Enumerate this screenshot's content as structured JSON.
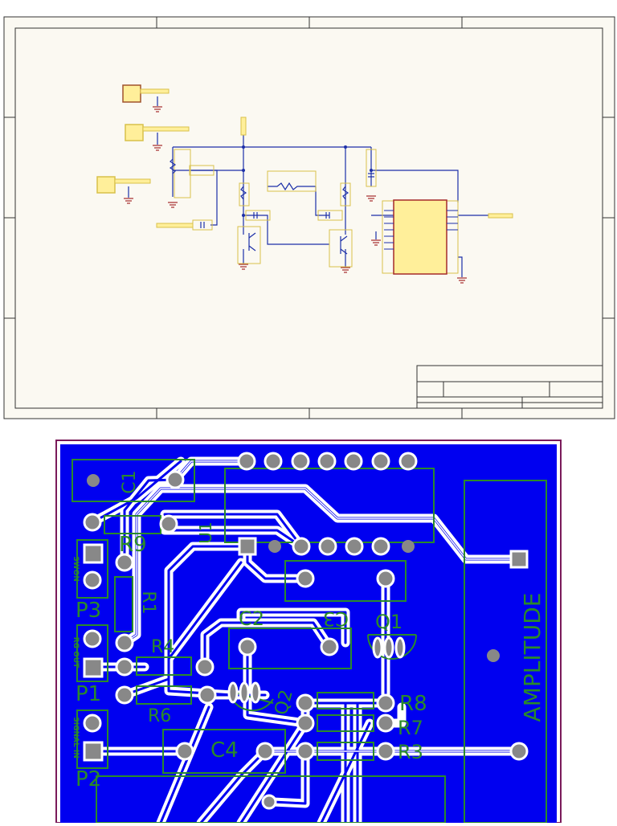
{
  "colors": {
    "sheet_background": "#fbf9f2",
    "sheet_border": "#333333",
    "wire": "#1c2fa8",
    "component_body": "#ffef9a",
    "component_outline": "#d8c14a",
    "ic_outline": "#a52a2a",
    "pcb_copper": "#0000f0",
    "pcb_trace": "#ffffff",
    "pcb_silk": "#2a8a2a",
    "pcb_pad": "#888888",
    "pcb_outline": "#7a1a5a"
  },
  "pcb": {
    "labels": {
      "c1": "C1",
      "u1": "U1",
      "r9": "R9",
      "r1": "R1",
      "p3": "P3",
      "p3_net": "SWON",
      "r4": "R4",
      "c2": "C2",
      "c3": "C3",
      "q1": "Q1",
      "p1": "P1",
      "p1_net": "RG OUT",
      "r6": "R6",
      "q2": "Q2",
      "r8": "R8",
      "r7": "R7",
      "r3": "R3",
      "p2": "P2",
      "p2_net": "SIGNAL IN",
      "c4": "C4",
      "amplitude": "AMPLITUDE"
    }
  }
}
